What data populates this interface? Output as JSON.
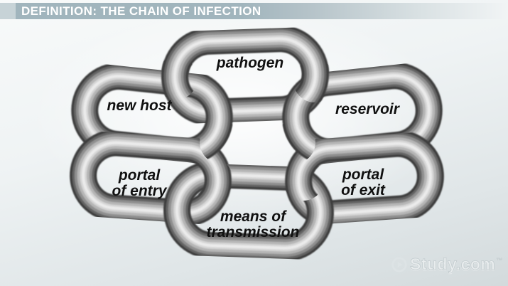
{
  "header": {
    "title": "DEFINITION: THE CHAIN OF INFECTION"
  },
  "diagram": {
    "type": "chain-of-interlocking-links",
    "links": [
      {
        "id": "pathogen",
        "label": "pathogen",
        "lines": [
          "pathogen"
        ]
      },
      {
        "id": "new-host",
        "label": "new host",
        "lines": [
          "new host"
        ]
      },
      {
        "id": "reservoir",
        "label": "reservoir",
        "lines": [
          "reservoir"
        ]
      },
      {
        "id": "portal-of-entry",
        "label": "portal of entry",
        "lines": [
          "portal",
          "of entry"
        ]
      },
      {
        "id": "portal-of-exit",
        "label": "portal of exit",
        "lines": [
          "portal",
          "of exit"
        ]
      },
      {
        "id": "means-of-transmission",
        "label": "means of transmission",
        "lines": [
          "means of",
          "transmission"
        ]
      }
    ]
  },
  "watermark": {
    "icon": "play-circle-icon",
    "text": "Study.com",
    "mark": "™"
  },
  "colors": {
    "header_bar": "#a1b5bd",
    "header_accent": "#c7d3d7",
    "header_text": "#ffffff",
    "link_edge": "#3d3d3d",
    "link_highlight": "#ebebeb",
    "label_text": "#101010",
    "background_edge": "#d3dadc",
    "watermark_text": "#e9edee"
  }
}
